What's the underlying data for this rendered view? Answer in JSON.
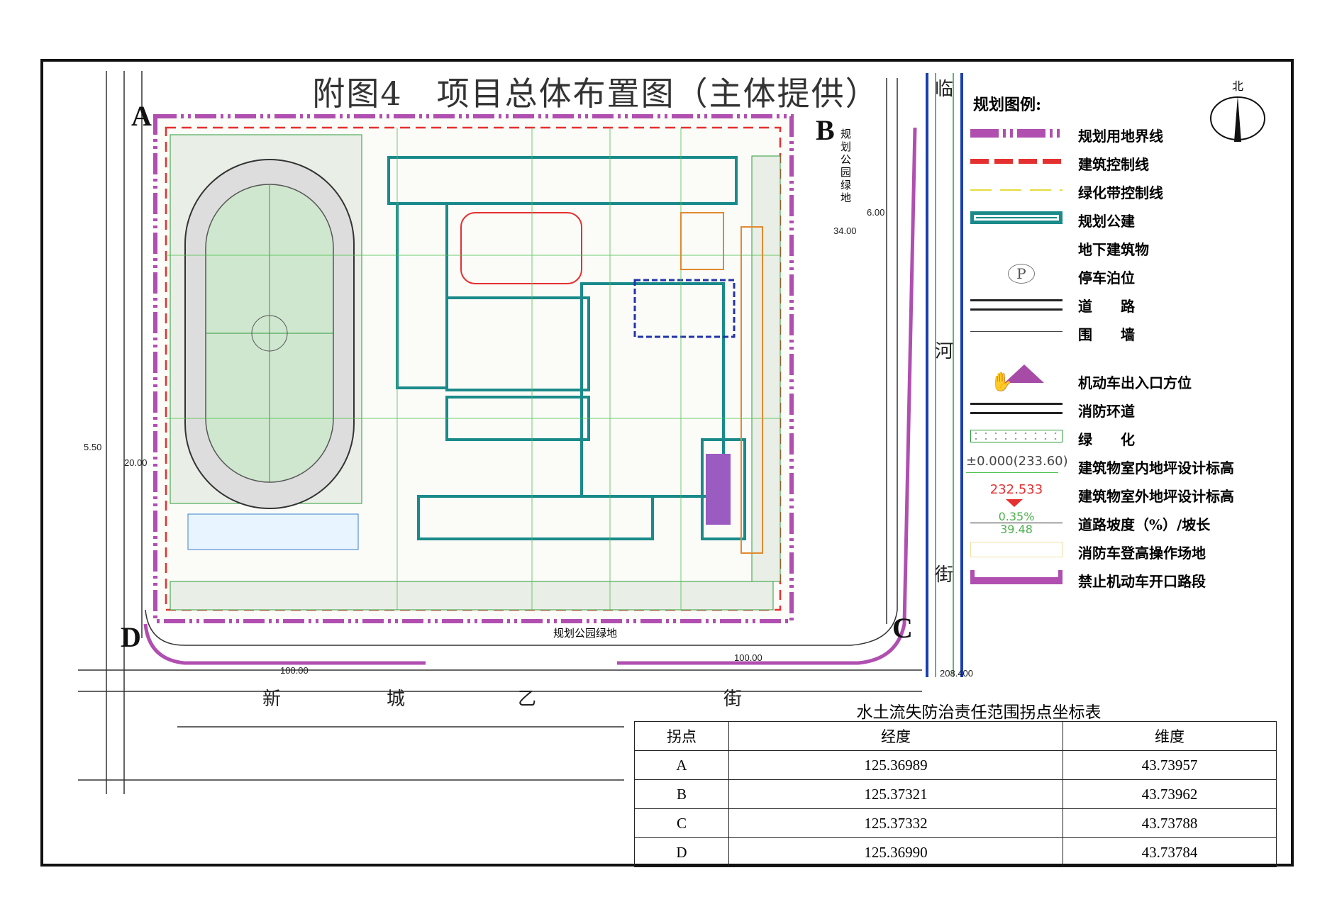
{
  "title": "附图4　项目总体布置图（主体提供）",
  "corners": [
    "A",
    "B",
    "C",
    "D"
  ],
  "north_label": "北",
  "roads": {
    "bottom": [
      "新",
      "城",
      "乙",
      "街"
    ],
    "right": [
      "临",
      "河",
      "街"
    ],
    "park": "规划公园绿地",
    "park_bottom": "规划公园绿地"
  },
  "dimensions": [
    "100.00",
    "100.00",
    "34.00",
    "6.00",
    "5.50",
    "20.00",
    "208.400"
  ],
  "legend": {
    "title": "规划图例:",
    "items": [
      {
        "label": "规划用地界线",
        "icon": "purple-dash-dot-line"
      },
      {
        "label": "建筑控制线",
        "icon": "red-dashed-line"
      },
      {
        "label": "绿化带控制线",
        "icon": "yellow-dashed-line"
      },
      {
        "label": "规划公建",
        "icon": "teal-rectangle"
      },
      {
        "label": "地下建筑物",
        "icon": "none"
      },
      {
        "label": "停车泊位",
        "icon": "parking-p",
        "symbol": "P"
      },
      {
        "label": "道　　路",
        "icon": "road-lines"
      },
      {
        "label": "围　　墙",
        "icon": "wall-line"
      },
      {
        "label": "机动车出入口方位",
        "icon": "hand-arrow"
      },
      {
        "label": "消防环道",
        "icon": "double-line"
      },
      {
        "label": "绿　　化",
        "icon": "green-dotted-box"
      },
      {
        "label": "建筑物室内地坪设计标高",
        "icon": "indoor-elevation",
        "symbol": "±0.000(233.60)"
      },
      {
        "label": "建筑物室外地坪设计标高",
        "icon": "outdoor-elevation",
        "symbol": "232.533"
      },
      {
        "label": "道路坡度（%）/坡长",
        "icon": "slope",
        "symbol": "0.35%",
        "symbol2": "39.48"
      },
      {
        "label": "消防车登高操作场地",
        "icon": "fire-yard"
      },
      {
        "label": "禁止机动车开口路段",
        "icon": "purple-bracket"
      }
    ]
  },
  "table": {
    "title": "水土流失防治责任范围拐点坐标表",
    "headers": [
      "拐点",
      "经度",
      "维度"
    ],
    "rows": [
      [
        "A",
        "125.36989",
        "43.73957"
      ],
      [
        "B",
        "125.37321",
        "43.73962"
      ],
      [
        "C",
        "125.37332",
        "43.73788"
      ],
      [
        "D",
        "125.36990",
        "43.73784"
      ]
    ]
  }
}
